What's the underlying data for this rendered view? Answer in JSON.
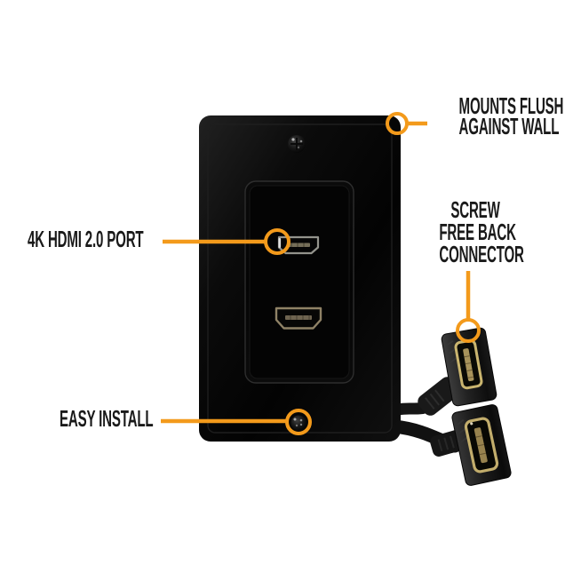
{
  "page": {
    "background": "#ffffff"
  },
  "colors": {
    "accent_orange": "#F39A1B",
    "label_text": "#1A1A1A",
    "plate_black": "#0A0A0A",
    "hdmi_rim_silver": "#93938C",
    "hdmi_rim_gold": "#C9B473",
    "cable_black": "#141414"
  },
  "callouts": {
    "mounts_flush": {
      "lines": [
        "MOUNTS FLUSH",
        "AGAINST WALL"
      ]
    },
    "hdmi_port": {
      "lines": [
        "4K HDMI 2.0 PORT"
      ]
    },
    "screw_free": {
      "lines": [
        "SCREW",
        "FREE BACK",
        "CONNECTOR"
      ]
    },
    "easy_install": {
      "lines": [
        "EASY INSTALL"
      ]
    }
  }
}
